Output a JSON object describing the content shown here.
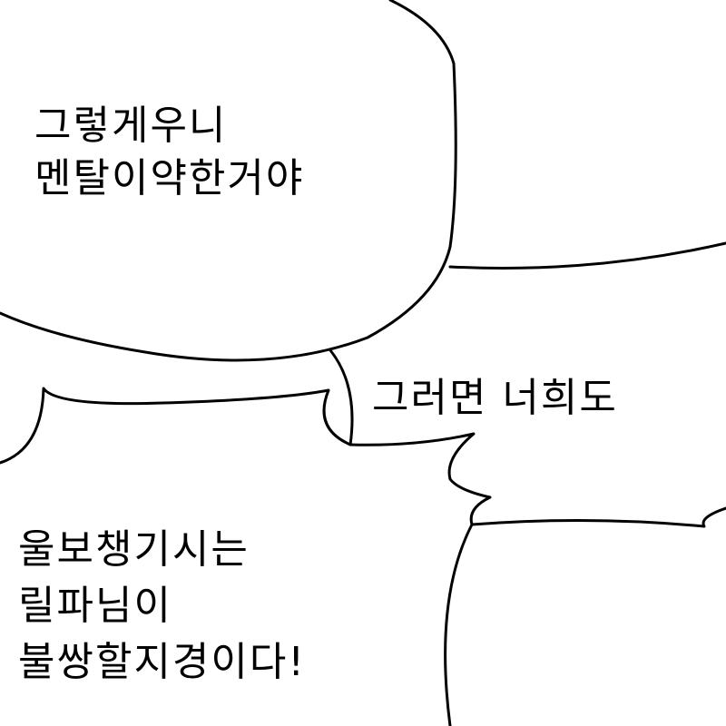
{
  "bubbles": [
    {
      "lines": [
        "그렇게우니",
        "멘탈이약한거야"
      ]
    },
    {
      "lines": [
        "그러면 너희도"
      ]
    },
    {
      "lines": [
        "울보챙기시는",
        "릴파님이",
        "불쌍할지경이다!"
      ]
    }
  ],
  "colors": {
    "ink": "#000000",
    "paper": "#ffffff"
  }
}
